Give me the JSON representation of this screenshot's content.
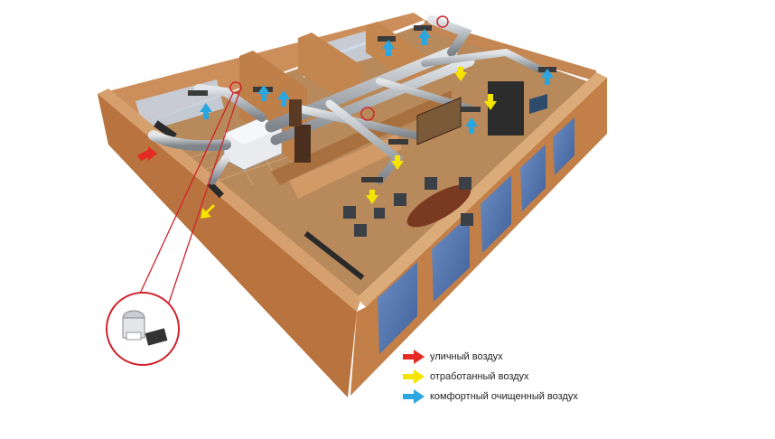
{
  "colors": {
    "outdoor": "#e32b24",
    "exhaust": "#f5e400",
    "comfort": "#2aa6e0",
    "wall": "#c98a55",
    "floor": "#b5885a",
    "duct": "#b9bdc2"
  },
  "legend": [
    {
      "label": "уличный воздух",
      "color": "#e32b24"
    },
    {
      "label": "отработанный воздух",
      "color": "#f5e400"
    },
    {
      "label": "комфортный очищенный воздух",
      "color": "#2aa6e0"
    }
  ]
}
